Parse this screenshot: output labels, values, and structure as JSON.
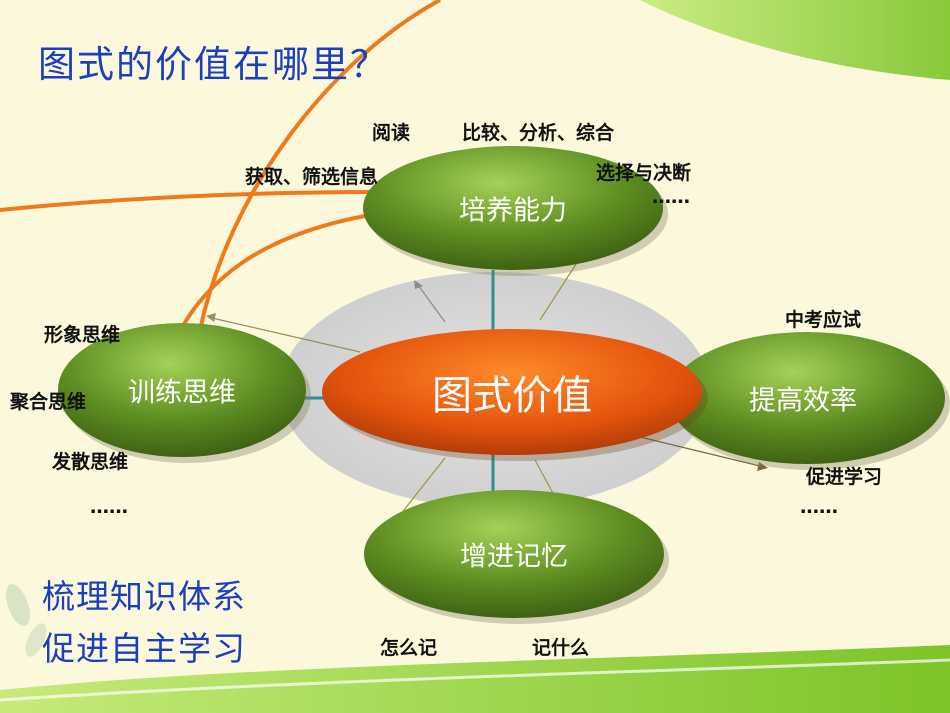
{
  "title": "图式的价值在哪里？",
  "center": {
    "label": "图式价值"
  },
  "nodes": {
    "top": {
      "label": "培养能力"
    },
    "left": {
      "label": "训练思维"
    },
    "right": {
      "label": "提高效率"
    },
    "bottom": {
      "label": "增进记忆"
    }
  },
  "top_notes": {
    "read": "阅读",
    "compare": "比较、分析、综合",
    "acquire": "获取、筛选信息",
    "choose": "选择与决断",
    "etc": "……"
  },
  "left_notes": {
    "image": "形象思维",
    "converge": "聚合思维",
    "diverge": "发散思维",
    "etc": "……"
  },
  "right_notes": {
    "exam": "中考应试",
    "promote": "促进学习",
    "etc": "……"
  },
  "bottom_notes": {
    "how": "怎么记",
    "what": "记什么"
  },
  "side_notes": {
    "line1": "梳理知识体系",
    "line2": "促进自主学习"
  },
  "colors": {
    "title": "#1a3fbf",
    "node_green": "#5a8a1e",
    "center_orange": "#e85c10",
    "curve": "#f07a1a",
    "band_green": "#8fd23c"
  }
}
